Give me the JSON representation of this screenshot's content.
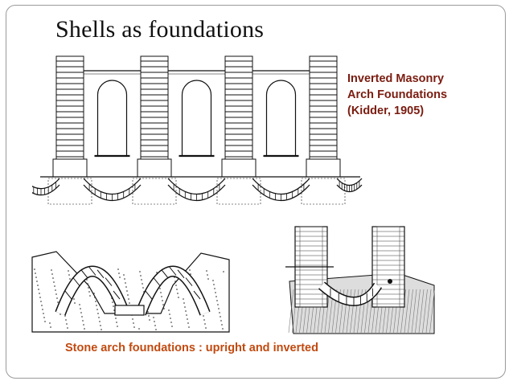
{
  "slide": {
    "title": "Shells as foundations",
    "figure_caption": {
      "lines": [
        "Inverted Masonry",
        "Arch Foundations",
        "(Kidder, 1905)"
      ],
      "color": "#7a1c10"
    },
    "bottom_caption": {
      "text": "Stone arch foundations :  upright and inverted",
      "color": "#c14a10"
    }
  },
  "illustrations": [
    {
      "name": "inverted-masonry-arch-drawing"
    },
    {
      "name": "stone-arch-trench-drawing"
    },
    {
      "name": "inverted-arch-between-piers-drawing"
    }
  ]
}
